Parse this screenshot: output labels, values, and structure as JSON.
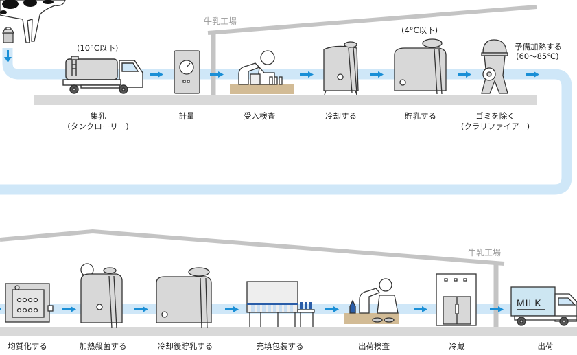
{
  "diagram": {
    "title": "milk-production-process",
    "colors": {
      "pipe": "#cfe7f8",
      "arrow": "#1a8fd6",
      "floor": "#d9d9d9",
      "roof": "#c4c4c4",
      "machine_fill": "#d8d8d8",
      "machine_stroke": "#333333",
      "desk": "#d2bb95",
      "truck_box": "#cde6f2",
      "factory_label": "#999999"
    },
    "factory_label_top": "牛乳工場",
    "factory_label_bottom": "牛乳工場",
    "top_row": {
      "notes": {
        "tanker_temp": "(10°C以下)",
        "storage_temp": "(4°C以下)",
        "preheat_line1": "予備加熱する",
        "preheat_line2": "(60〜85℃)"
      },
      "steps": [
        {
          "label": "集乳",
          "sublabel": "(タンクローリー)",
          "icon": "tanker-truck-icon"
        },
        {
          "label": "計量",
          "sublabel": "",
          "icon": "scale-meter-icon"
        },
        {
          "label": "受入検査",
          "sublabel": "",
          "icon": "inspection-microscope-icon"
        },
        {
          "label": "冷却する",
          "sublabel": "",
          "icon": "cooling-tank-icon"
        },
        {
          "label": "貯乳する",
          "sublabel": "",
          "icon": "storage-tank-icon"
        },
        {
          "label": "ゴミを除く",
          "sublabel": "(クラリファイアー)",
          "icon": "clarifier-icon"
        }
      ]
    },
    "bottom_row": {
      "steps": [
        {
          "label": "均質化する",
          "icon": "homogenizer-icon"
        },
        {
          "label": "加熱殺菌する",
          "icon": "pasteurizer-tank-icon"
        },
        {
          "label": "冷却後貯乳する",
          "icon": "cold-storage-tank-icon"
        },
        {
          "label": "充填包装する",
          "icon": "filling-machine-icon"
        },
        {
          "label": "出荷検査",
          "icon": "shipping-inspection-icon"
        },
        {
          "label": "冷蔵",
          "icon": "refrigerator-icon"
        },
        {
          "label": "出荷",
          "icon": "delivery-truck-icon"
        }
      ]
    },
    "truck_text": "MILK"
  }
}
